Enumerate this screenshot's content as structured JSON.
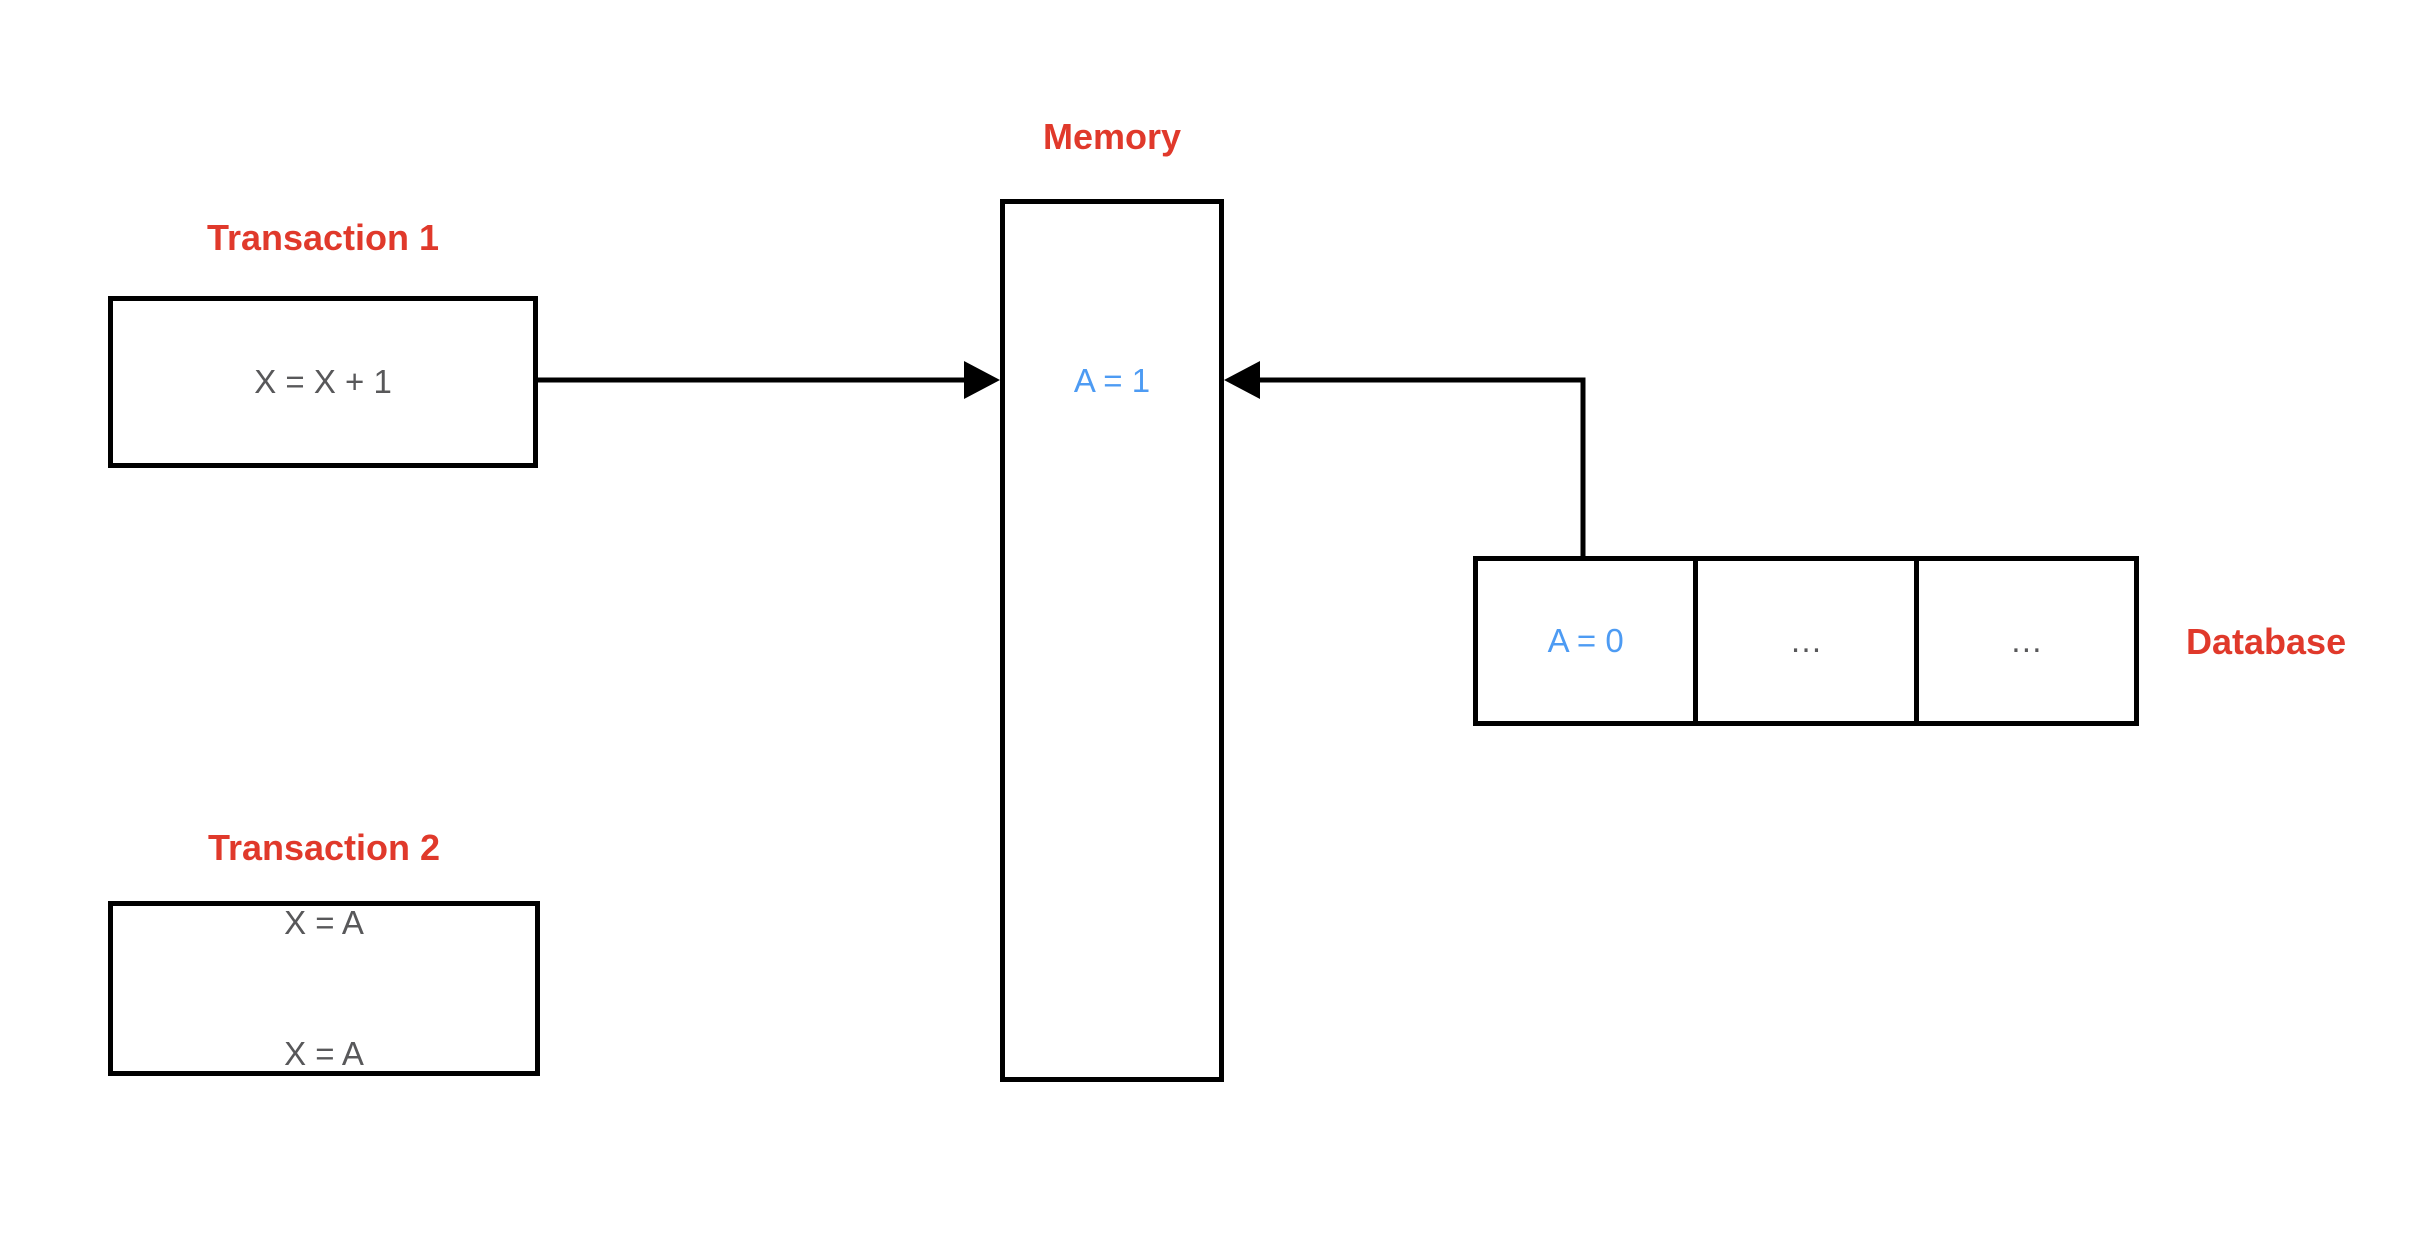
{
  "colors": {
    "label": "#E0392B",
    "value": "#4D9BF3",
    "code": "#58585A",
    "line": "#000000",
    "background": "#FFFFFF"
  },
  "diagram": {
    "memory": {
      "label": "Memory",
      "value": "A = 1"
    },
    "transaction1": {
      "label": "Transaction 1",
      "code": "X = X + 1"
    },
    "transaction2": {
      "label": "Transaction 2",
      "code_line1": "X = A",
      "code_line2": "X = A"
    },
    "database": {
      "label": "Database",
      "cells": [
        "A = 0",
        "…",
        "…"
      ]
    }
  }
}
